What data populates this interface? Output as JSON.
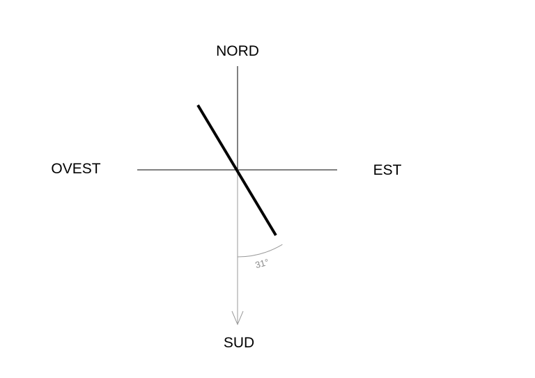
{
  "labels": {
    "north": "NORD",
    "south": "SUD",
    "east": "EST",
    "west": "OVEST"
  },
  "angle": {
    "value_deg": 31,
    "label": "31°"
  },
  "colors": {
    "axis": "#000000",
    "south_arrow": "#9a9a9a",
    "orientation_line": "#000000",
    "angle_arc": "#9a9a9a"
  }
}
